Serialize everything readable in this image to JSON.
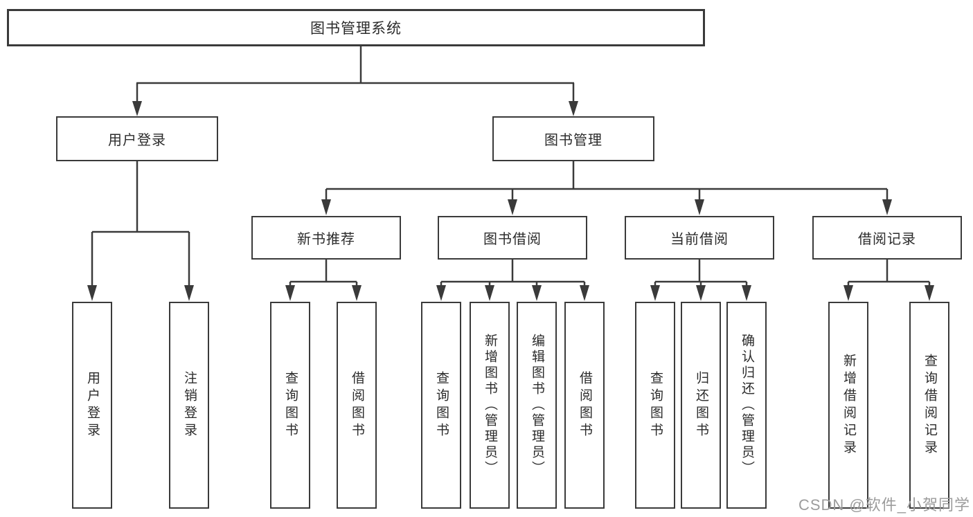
{
  "tree": {
    "root": {
      "label": "图书管理系统"
    },
    "branches": [
      {
        "label": "用户登录",
        "children": [
          {
            "label": "用户登录"
          },
          {
            "label": "注销登录"
          }
        ]
      },
      {
        "label": "图书管理",
        "children": [
          {
            "label": "新书推荐",
            "children": [
              {
                "label": "查询图书"
              },
              {
                "label": "借阅图书"
              }
            ]
          },
          {
            "label": "图书借阅",
            "children": [
              {
                "label": "查询图书"
              },
              {
                "label": "新增图书（管理员）"
              },
              {
                "label": "编辑图书（管理员）"
              },
              {
                "label": "借阅图书"
              }
            ]
          },
          {
            "label": "当前借阅",
            "children": [
              {
                "label": "查询图书"
              },
              {
                "label": "归还图书"
              },
              {
                "label": "确认归还（管理员）"
              }
            ]
          },
          {
            "label": "借阅记录",
            "children": [
              {
                "label": "新增借阅记录"
              },
              {
                "label": "查询借阅记录"
              }
            ]
          }
        ]
      }
    ]
  },
  "watermark": {
    "text": "CSDN @软件_小贺同学"
  },
  "colors": {
    "line": "#3a3a3a",
    "box_border": "#3a3a3a",
    "text": "#2b2b2b",
    "watermark": "#9c9c9c",
    "background": "#ffffff"
  }
}
